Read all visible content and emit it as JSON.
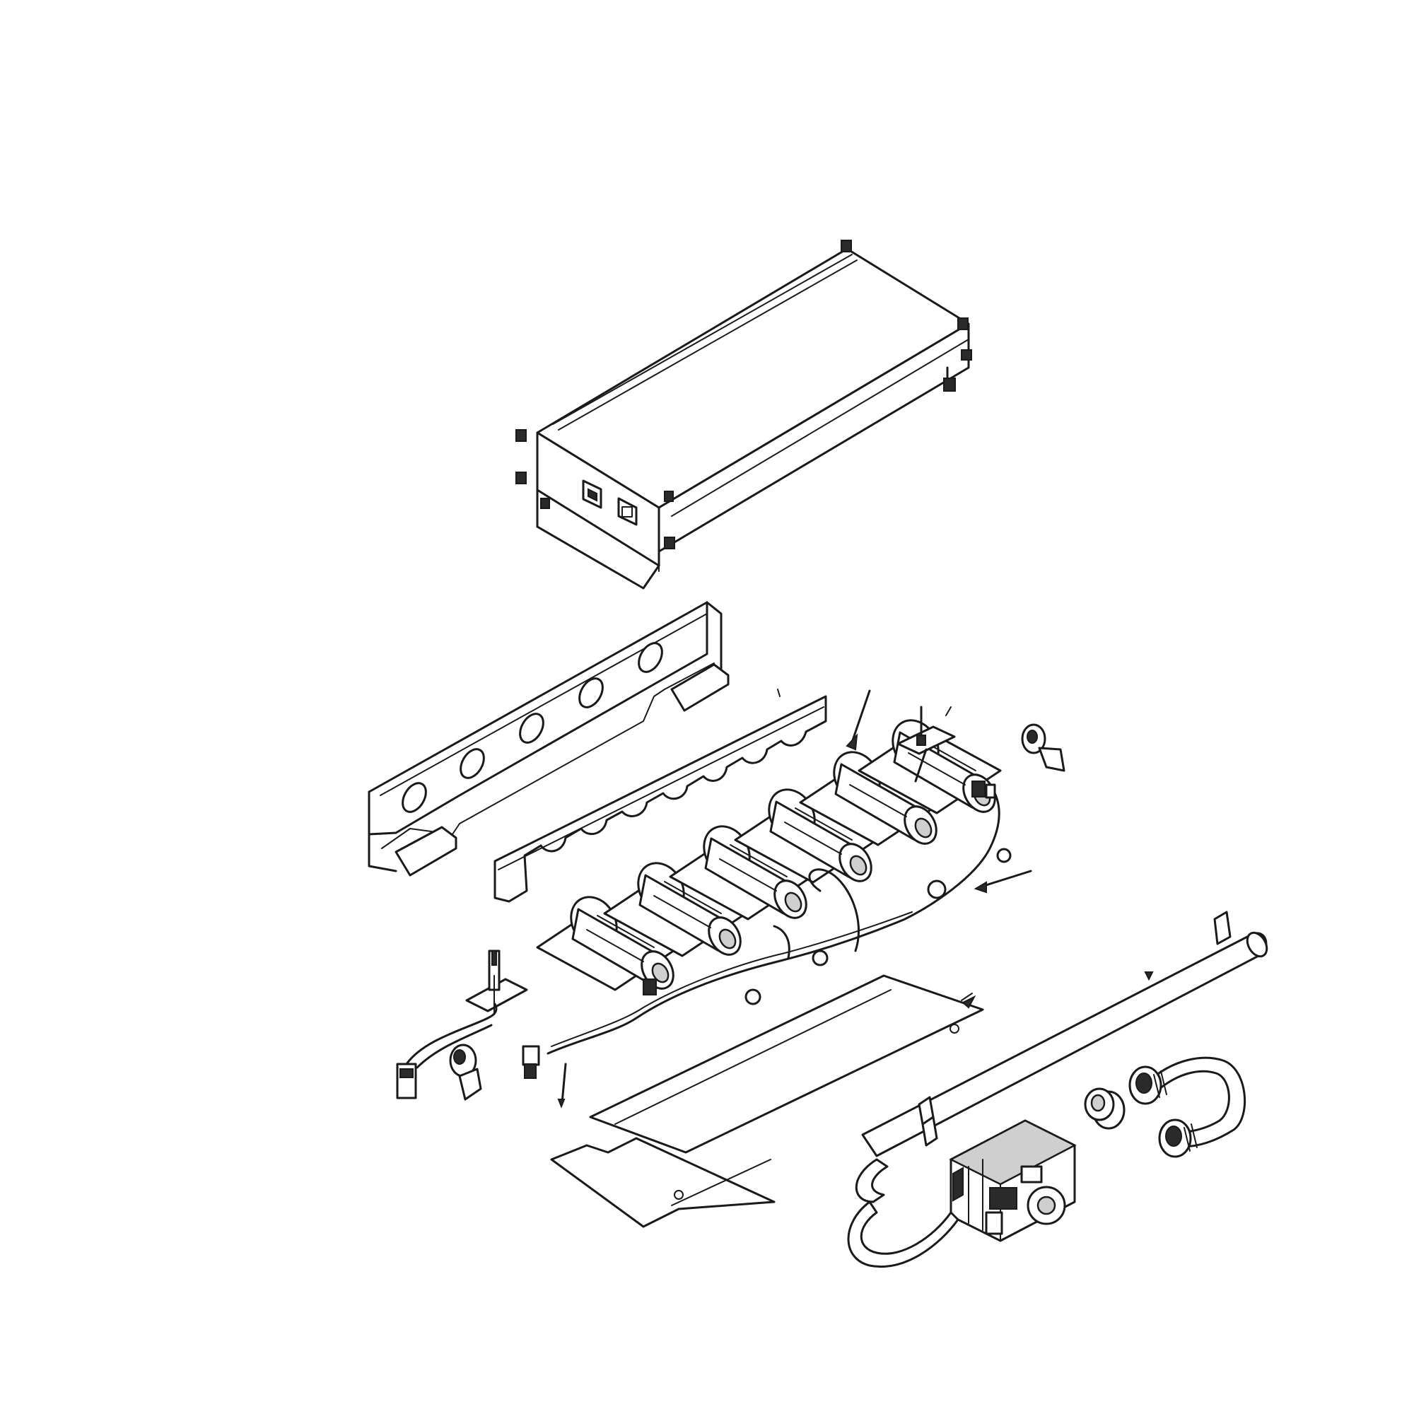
{
  "diagram": {
    "labels": [],
    "colors": {
      "line": "#1a1a1a",
      "background": "#ffffff",
      "shade": "#cfcfcf"
    },
    "parts": [
      {
        "id": "combustion-chamber-housing",
        "icon": "box-housing"
      },
      {
        "id": "burner-front-panel",
        "icon": "panel-with-holes"
      },
      {
        "id": "burner-retainer-bracket",
        "icon": "notched-bracket"
      },
      {
        "id": "burner-tube-row",
        "icon": "burner-tubes"
      },
      {
        "id": "igniter-sensor",
        "icon": "sensor"
      },
      {
        "id": "wire-harness",
        "icon": "wires"
      },
      {
        "id": "flame-rollout-switch",
        "icon": "switch"
      },
      {
        "id": "heat-shield-plate-upper",
        "icon": "plate"
      },
      {
        "id": "heat-shield-plate-lower",
        "icon": "plate"
      },
      {
        "id": "gas-manifold-pipe",
        "icon": "pipe"
      },
      {
        "id": "gas-valve",
        "icon": "valve"
      },
      {
        "id": "pipe-coupling",
        "icon": "coupling"
      },
      {
        "id": "u-bend-fitting",
        "icon": "u-fitting"
      }
    ]
  }
}
